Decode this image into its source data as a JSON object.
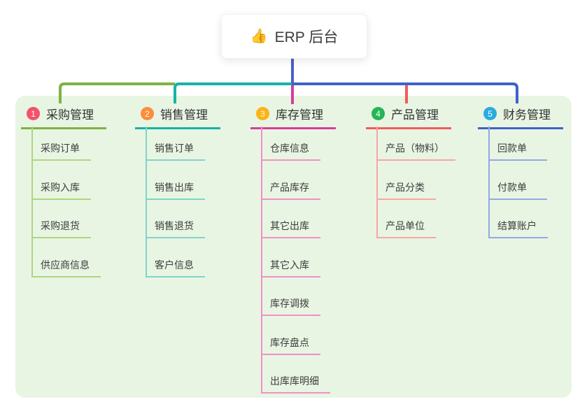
{
  "root": {
    "icon": "👍",
    "title": "ERP 后台"
  },
  "branches": [
    {
      "number": "1",
      "title": "采购管理",
      "badge_color": "#f4516c",
      "line_color": "#7cb342",
      "child_line_color": "#aed581",
      "children": [
        "采购订单",
        "采购入库",
        "采购退货",
        "供应商信息"
      ]
    },
    {
      "number": "2",
      "title": "销售管理",
      "badge_color": "#fd8d3c",
      "line_color": "#16b3a6",
      "child_line_color": "#82d3c9",
      "children": [
        "销售订单",
        "销售出库",
        "销售退货",
        "客户信息"
      ]
    },
    {
      "number": "3",
      "title": "库存管理",
      "badge_color": "#fcb316",
      "line_color": "#d63d9b",
      "child_line_color": "#f290c5",
      "children": [
        "仓库信息",
        "产品库存",
        "其它出库",
        "其它入库",
        "库存调拨",
        "库存盘点",
        "出库库明细"
      ]
    },
    {
      "number": "4",
      "title": "产品管理",
      "badge_color": "#27b555",
      "line_color": "#f25b5b",
      "child_line_color": "#f9a6a4",
      "children": [
        "产品（物料）",
        "产品分类",
        "产品单位"
      ]
    },
    {
      "number": "5",
      "title": "财务管理",
      "badge_color": "#29abe2",
      "line_color": "#3f62c9",
      "child_line_color": "#93a9e3",
      "children": [
        "回款单",
        "付款单",
        "结算账户"
      ]
    }
  ],
  "colors": {
    "stem": "#4c5ec6",
    "container_bg": "#e8f5e3",
    "canvas_bg": "#ffffff",
    "root_card_bg": "#ffffff",
    "text": "#333333"
  }
}
